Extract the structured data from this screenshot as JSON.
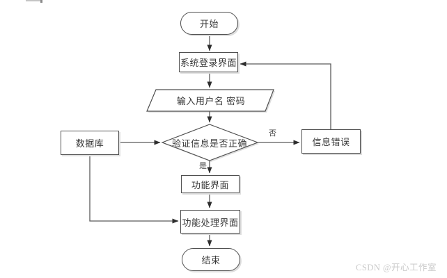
{
  "flowchart": {
    "title": "login-verification-flowchart",
    "stroke_color": "#5a5a5a",
    "node_fill": "#ffffff",
    "border_color": "#4f4f4f",
    "text_color": "#383838",
    "nodes": [
      {
        "id": "start",
        "type": "terminator",
        "label": "开始"
      },
      {
        "id": "login",
        "type": "process",
        "label": "系统登录界面"
      },
      {
        "id": "input",
        "type": "input-output",
        "label": "输入用户名 密码"
      },
      {
        "id": "verify",
        "type": "decision",
        "label": "验证信息是否正确"
      },
      {
        "id": "database",
        "type": "process",
        "label": "数据库"
      },
      {
        "id": "error",
        "type": "process",
        "label": "信息错误"
      },
      {
        "id": "function",
        "type": "process",
        "label": "功能界面"
      },
      {
        "id": "funcproc",
        "type": "process",
        "label": "功能处理界面"
      },
      {
        "id": "end",
        "type": "terminator",
        "label": "结束"
      }
    ],
    "edges": [
      {
        "from": "start",
        "to": "login"
      },
      {
        "from": "login",
        "to": "input"
      },
      {
        "from": "input",
        "to": "verify"
      },
      {
        "from": "verify",
        "to": "function",
        "label": "是"
      },
      {
        "from": "verify",
        "to": "error",
        "label": "否"
      },
      {
        "from": "error",
        "to": "login"
      },
      {
        "from": "database",
        "to": "verify"
      },
      {
        "from": "database",
        "to": "funcproc"
      },
      {
        "from": "function",
        "to": "funcproc"
      },
      {
        "from": "funcproc",
        "to": "end"
      }
    ],
    "edge_labels": {
      "yes": "是",
      "no": "否"
    }
  },
  "watermark": {
    "text": "CSDN @开心工作室",
    "color": "#c9c9c9"
  }
}
